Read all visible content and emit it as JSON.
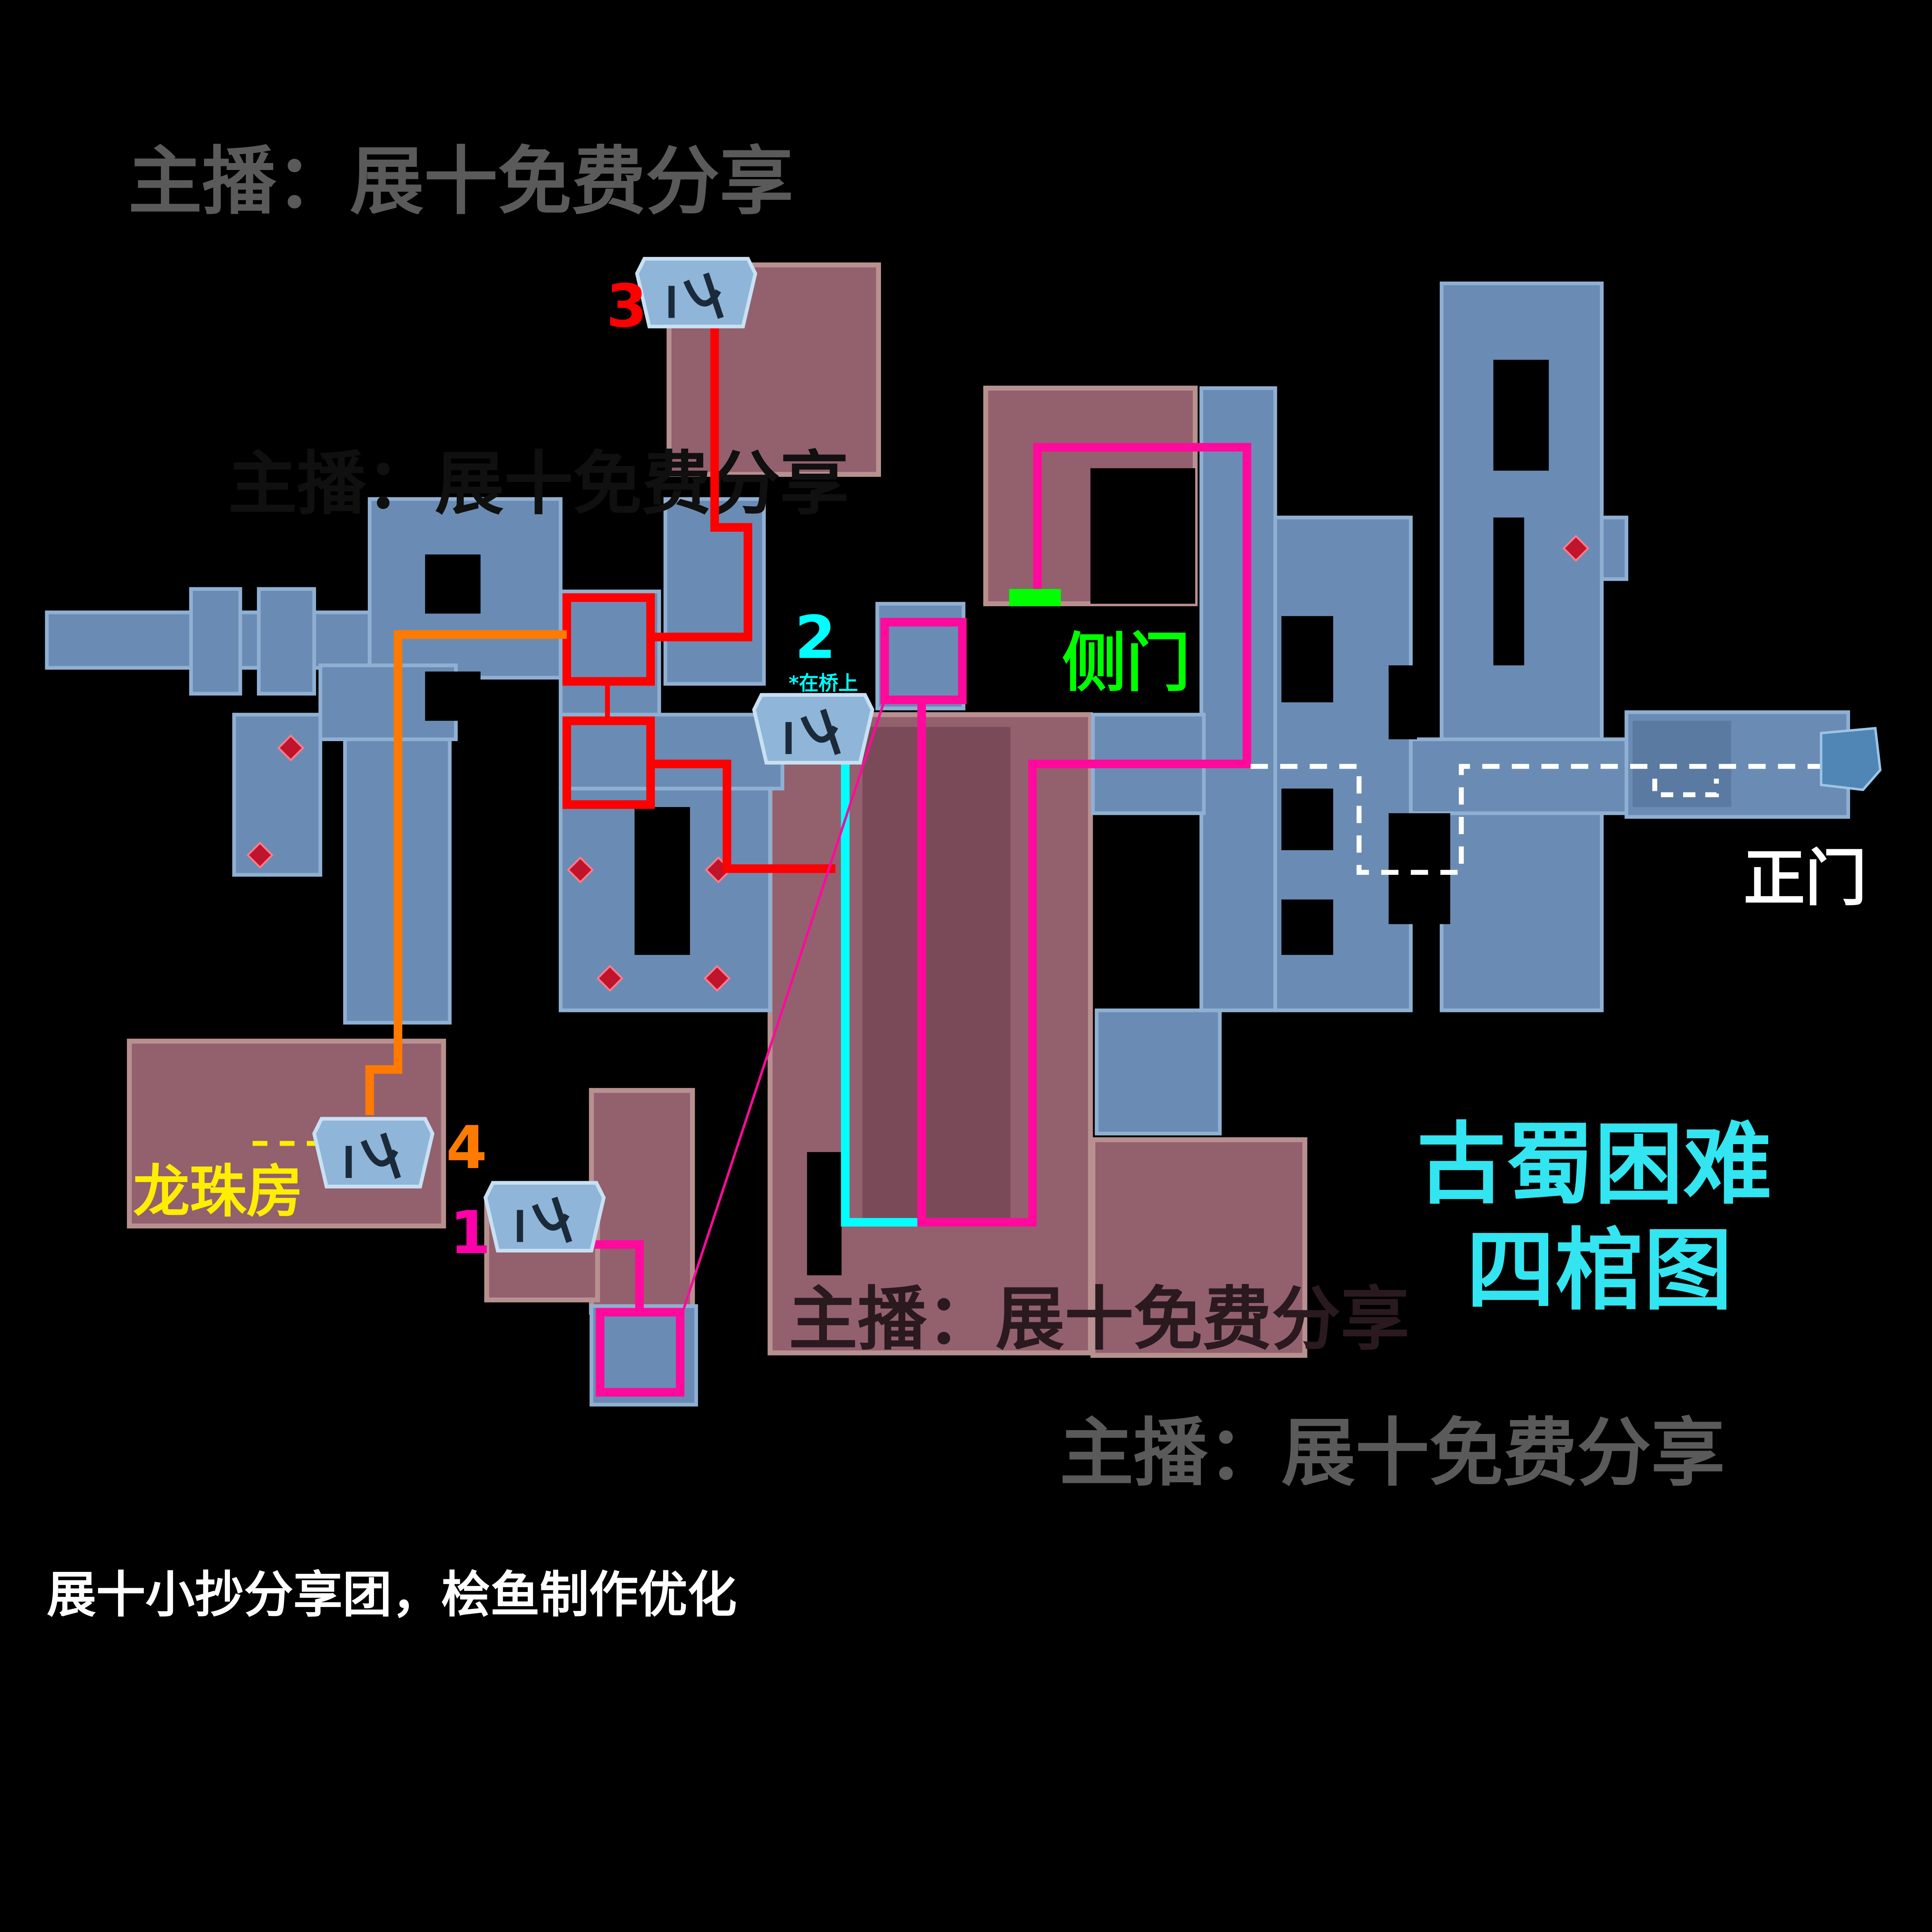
{
  "map": {
    "title_line1": "古蜀困难",
    "title_line2": "四棺图",
    "watermarks": [
      "主播：展十免费分享",
      "主播：展十免费分享",
      "主播：展十免费分享"
    ],
    "footer": "展十小抄分享团，桧鱼制作优化",
    "labels": {
      "side_door": "侧门",
      "main_gate": "正门",
      "dragon_pearl_room": "龙珠房",
      "on_bridge": "*在桥上"
    },
    "coffins": [
      {
        "number": "1",
        "color": "#ff00aa"
      },
      {
        "number": "2",
        "color": "#00ffff"
      },
      {
        "number": "3",
        "color": "#ff0000"
      },
      {
        "number": "4",
        "color": "#ff7f00"
      }
    ],
    "colors": {
      "route_1": "#ff0a9c",
      "route_2": "#00ffff",
      "route_3": "#ff0000",
      "route_4": "#ff7a00",
      "side_door": "#00ff00",
      "title": "#33e5f0",
      "dragon_room": "#ffee00",
      "watermark": "#5a5a5a"
    }
  }
}
